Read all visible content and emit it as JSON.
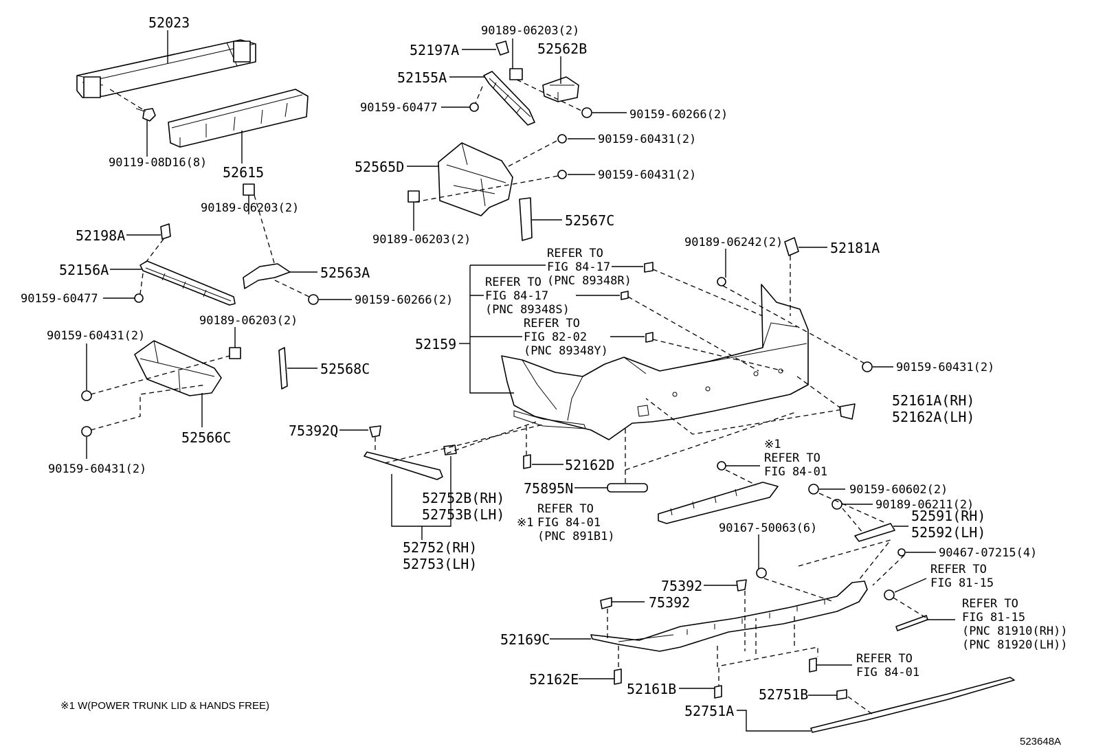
{
  "labels": {
    "p52023": "52023",
    "p90119": "90119-08D16(8)",
    "p52615": "52615",
    "p90189_top": "90189-06203(2)",
    "p52197A": "52197A",
    "p52562B": "52562B",
    "p52155A": "52155A",
    "p90159_60477_top": "90159-60477",
    "p90159_60266_top": "90159-60266(2)",
    "p90159_60431_a": "90159-60431(2)",
    "p52565D": "52565D",
    "p90159_60431_b": "90159-60431(2)",
    "p90189_mid": "90189-06203(2)",
    "p52567C": "52567C",
    "p90189_left": "90189-06203(2)",
    "p52198A": "52198A",
    "p52156A": "52156A",
    "p52563A": "52563A",
    "p90159_60477_left": "90159-60477",
    "p90159_60266_left": "90159-60266(2)",
    "p90189_left2": "90189-06203(2)",
    "p90159_60431_left1": "90159-60431(2)",
    "p52568C": "52568C",
    "p52566C": "52566C",
    "p90159_60431_left2": "90159-60431(2)",
    "p75392Q": "75392Q",
    "p52752B": "52752B(RH)",
    "p52753B": "52753B(LH)",
    "p52752": "52752(RH)",
    "p52753": "52753(LH)",
    "p52159": "52159",
    "p90189_06242": "90189-06242(2)",
    "p52181A": "52181A",
    "p90159_60431_right": "90159-60431(2)",
    "p52161A": "52161A(RH)",
    "p52162A": "52162A(LH)",
    "p52162D": "52162D",
    "p75895N": "75895N",
    "p90159_60602": "90159-60602(2)",
    "p90189_06211": "90189-06211(2)",
    "p52591": "52591(RH)",
    "p52592": "52592(LH)",
    "p90167": "90167-50063(6)",
    "p90467": "90467-07215(4)",
    "p75392_a": "75392",
    "p75392_b": "75392",
    "p52169C": "52169C",
    "p52162E": "52162E",
    "p52161B": "52161B",
    "p52751A": "52751A",
    "p52751B": "52751B"
  },
  "refs": {
    "r1": [
      "REFER TO",
      "FIG 84-17",
      "(PNC 89348R)"
    ],
    "r2": [
      "REFER TO",
      "FIG 84-17",
      "(PNC 89348S)"
    ],
    "r3": [
      "REFER TO",
      "FIG 82-02",
      "(PNC 89348Y)"
    ],
    "r4_mark": "※1",
    "r4": [
      "REFER TO",
      "FIG 84-01"
    ],
    "r5": [
      "REFER TO",
      "FIG 84-01",
      "(PNC 891B1)"
    ],
    "r5_mark": "※1",
    "r6": [
      "REFER TO",
      "FIG 81-15"
    ],
    "r7": [
      "REFER TO",
      "FIG 81-15",
      "(PNC 81910(RH))",
      "(PNC 81920(LH))"
    ],
    "r8": [
      "REFER TO",
      "FIG 84-01"
    ]
  },
  "footnote": "※1 W(POWER TRUNK LID & HANDS FREE)",
  "figure_id": "523648A"
}
